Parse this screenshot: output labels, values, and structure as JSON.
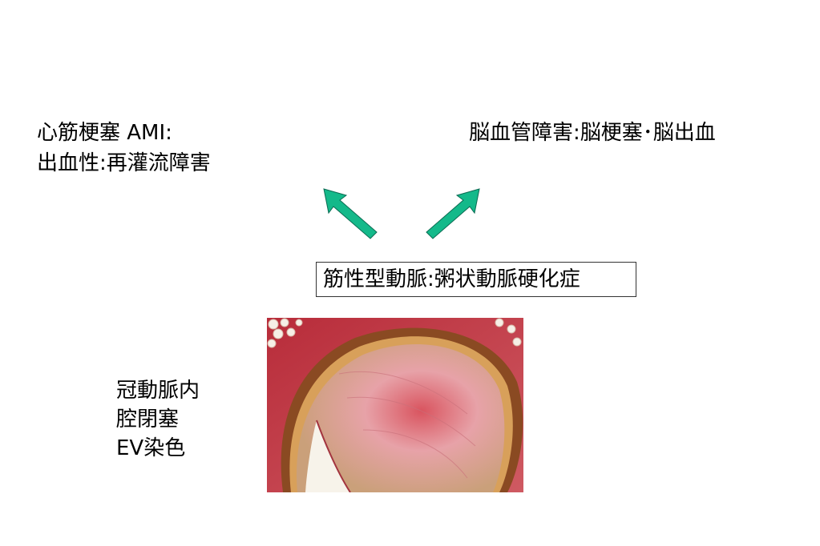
{
  "left_text": {
    "line1": "心筋梗塞 AMI:",
    "line2": "出血性:再灌流障害"
  },
  "right_text": {
    "line1": "脳血管障害:脳梗塞･脳出血"
  },
  "center_box": {
    "label": "筋性型動脈:粥状動脈硬化症"
  },
  "caption": {
    "line1": "冠動脈内",
    "line2": "腔閉塞",
    "line3": "EV染色"
  },
  "colors": {
    "arrow": "#14b98a",
    "stain_red": "#c8404a",
    "stain_pink": "#e7a9ad",
    "stain_brown": "#8a4a22"
  },
  "icons": {
    "left_arrow": "arrow-up-left-icon",
    "right_arrow": "arrow-up-right-icon"
  }
}
